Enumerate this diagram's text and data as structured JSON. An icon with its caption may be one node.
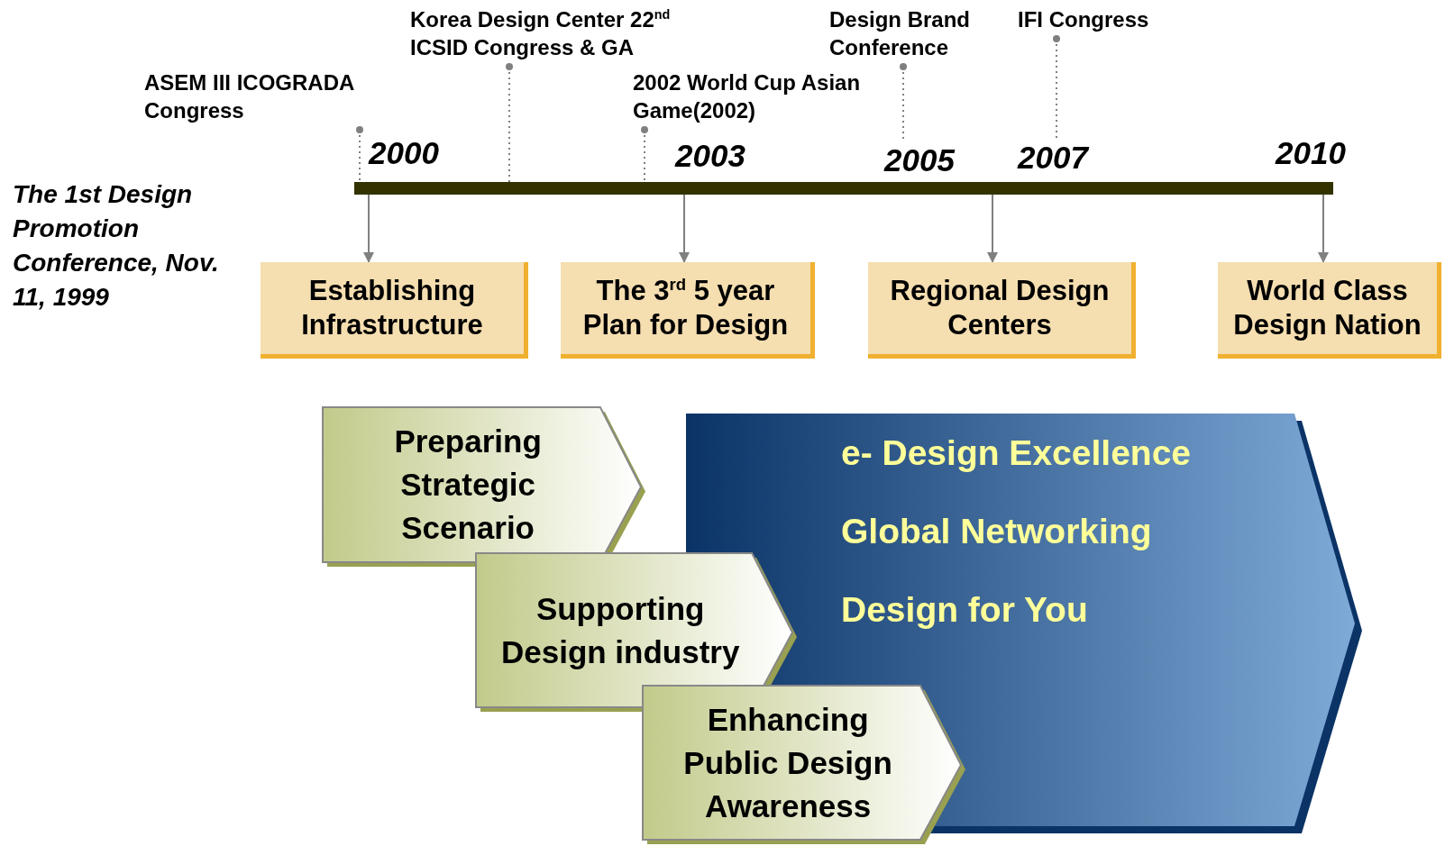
{
  "diagram": {
    "nodes": [
      {
        "text": [],
        "shape": "bar"
      },
      {
        "text": [
          "ASEM III ICOGRADA Congress"
        ]
      },
      {
        "text": [
          "Korea Design Center 22$^{nd}$ ICSID Congress & GA"
        ]
      },
      {
        "text": [
          "2002 World Cup Asian Game(2002)"
        ]
      },
      {
        "text": [
          "Design Brand Conference"
        ]
      },
      {
        "text": [
          "IFI Congress"
        ]
      },
      {
        "text": [
          "Establishing Infrastructure"
        ]
      },
      {
        "text": [
          "The 3$^{rd}$ 5 year Plan for Design"
        ]
      },
      {
        "text": [
          "Regional Design Centers"
        ]
      },
      {
        "text": [
          "World Class Design Nation"
        ]
      },
      {
        "text": [
          "e- Design Excellence",
          "Global Networking",
          "Design for You"
        ]
      },
      {
        "text": [
          "Preparing Strategic Scenario"
        ]
      },
      {
        "text": [
          "Supporting Design industry"
        ]
      },
      {
        "text": [
          "Enhancing Public Design Awareness"
        ]
      },
      {
        "text": [
          "2005"
        ]
      },
      {
        "text": [
          "2007"
        ]
      }
    ],
    "edges": [
      {
        "from": 1,
        "to": 0,
        "arrow": "other",
        "style": "dashed"
      },
      {
        "from": 2,
        "to": 0,
        "arrow": "other",
        "style": "dashed"
      },
      {
        "from": 3,
        "to": 0,
        "arrow": "other",
        "style": "dashed"
      },
      {
        "from": 4,
        "to": 14,
        "arrow": "other",
        "style": "dashed"
      },
      {
        "from": 5,
        "to": 15,
        "arrow": "other",
        "style": "dashed"
      },
      {
        "from": 0,
        "to": 6,
        "arrow": "to"
      },
      {
        "from": 0,
        "to": 7,
        "arrow": "to"
      },
      {
        "from": 0,
        "to": 8,
        "arrow": "to"
      },
      {
        "from": 0,
        "to": 9,
        "arrow": "to"
      }
    ],
    "labels": [
      "The 1st Design Promotion Conference, Nov. 11, 1999",
      "2000",
      "2003",
      "2010"
    ]
  }
}
